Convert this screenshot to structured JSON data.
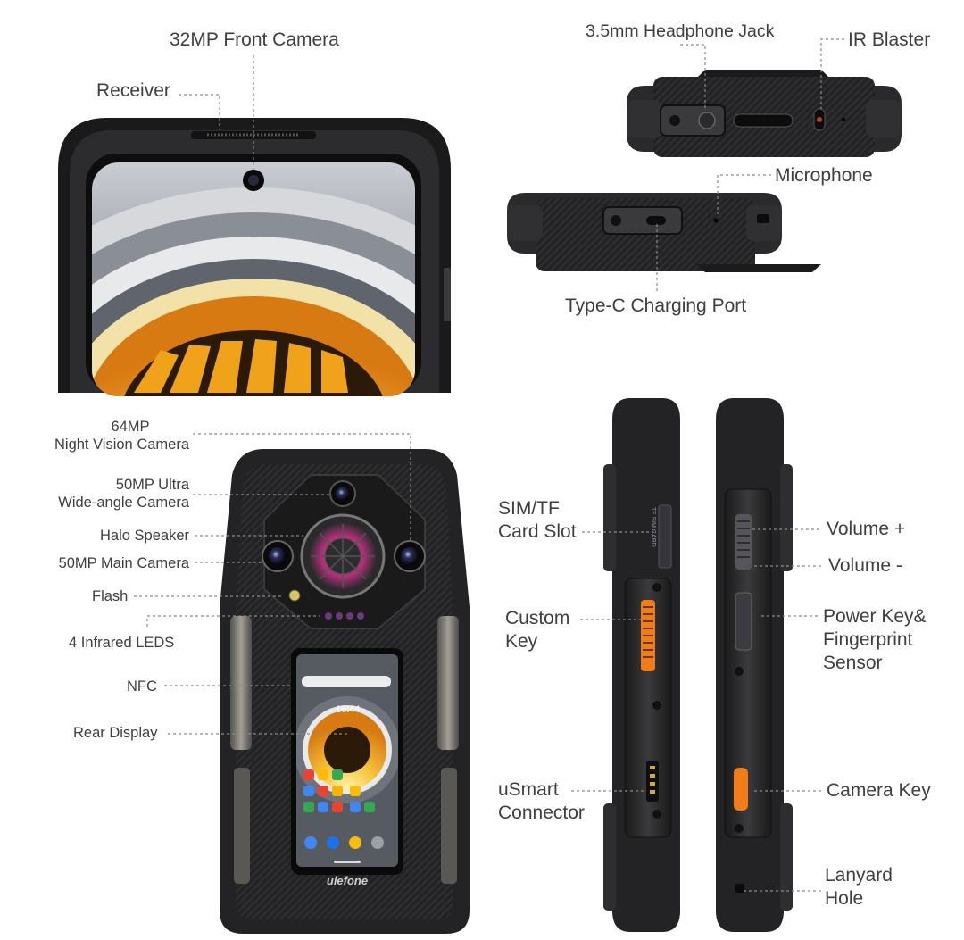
{
  "colors": {
    "body_dark": "#1c1c1e",
    "bumper": "#2b2b2d",
    "accent_orange": "#f07d1a",
    "screen_yellow": "#f4b526",
    "label_text": "#3f3f3f",
    "leader_line": "#8a8a8a",
    "background": "#ffffff"
  },
  "labels": {
    "front_camera": "32MP Front Camera",
    "receiver": "Receiver",
    "headphone_jack": "3.5mm Headphone Jack",
    "ir_blaster": "IR Blaster",
    "microphone": "Microphone",
    "type_c": "Type-C Charging Port",
    "night_vision_line1": "64MP",
    "night_vision_line2": "Night Vision Camera",
    "ultra_wide_line1": "50MP Ultra",
    "ultra_wide_line2": "Wide-angle Camera",
    "halo_speaker": "Halo Speaker",
    "main_camera": "50MP Main Camera",
    "flash": "Flash",
    "infrared_leds": "4 Infrared LEDS",
    "nfc": "NFC",
    "rear_display": "Rear Display",
    "sim_line1": "SIM/TF",
    "sim_line2": "Card Slot",
    "custom_key_line1": "Custom",
    "custom_key_line2": "Key",
    "usmart_line1": "uSmart",
    "usmart_line2": "Connector",
    "volume_up": "Volume +",
    "volume_down": "Volume -",
    "power_line1": "Power Key&",
    "power_line2": "Fingerprint",
    "power_line3": "Sensor",
    "camera_key": "Camera Key",
    "lanyard_line1": "Lanyard",
    "lanyard_line2": "Hole"
  },
  "device_text": {
    "brand": "ulefone",
    "rear_clock": "16:44",
    "sim_tray_text": "TF SIM CARD"
  },
  "icons": [
    "google-search-icon",
    "gmail-icon",
    "maps-icon",
    "youtube-icon",
    "phone-icon",
    "messages-icon",
    "chrome-icon",
    "camera-icon"
  ]
}
